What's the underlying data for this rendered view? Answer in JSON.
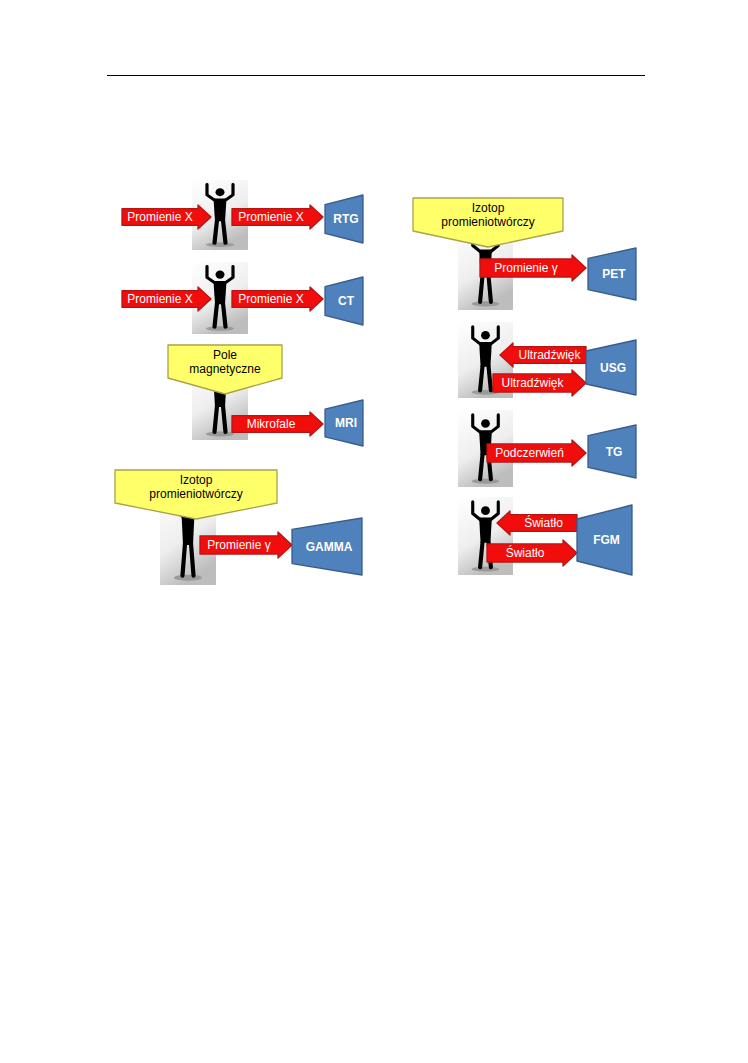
{
  "diagram": {
    "nodes": [
      {
        "text": [
          "Promienie X"
        ]
      },
      {
        "text": [
          "Promienie X"
        ]
      },
      {
        "text": [
          "RTG"
        ]
      },
      {
        "text": [
          "Promienie X"
        ]
      },
      {
        "text": [
          "Promienie X"
        ]
      },
      {
        "text": [
          "CT"
        ]
      },
      {
        "text": [
          "Pole magnetyczne"
        ]
      },
      {
        "text": [
          "Mikrofale"
        ]
      },
      {
        "text": [
          "MRI"
        ]
      },
      {
        "text": [
          "Izotop promieniotwórczy"
        ]
      },
      {
        "text": [
          "Promienie γ"
        ]
      },
      {
        "text": [
          "GAMMA"
        ]
      },
      {
        "text": [
          "Izotop promieniotwórczy"
        ]
      },
      {
        "text": [
          "Promienie γ"
        ]
      },
      {
        "text": [
          "PET"
        ]
      },
      {
        "text": [
          "Ultradźwięk"
        ]
      },
      {
        "text": [
          "Ultradźwięk"
        ]
      },
      {
        "text": [
          "USG"
        ]
      },
      {
        "text": [
          "Podczerwień"
        ]
      },
      {
        "text": [
          "TG"
        ]
      },
      {
        "text": [
          "Światło"
        ]
      },
      {
        "text": [
          "Światło"
        ]
      },
      {
        "text": [
          "FGM"
        ]
      }
    ]
  }
}
